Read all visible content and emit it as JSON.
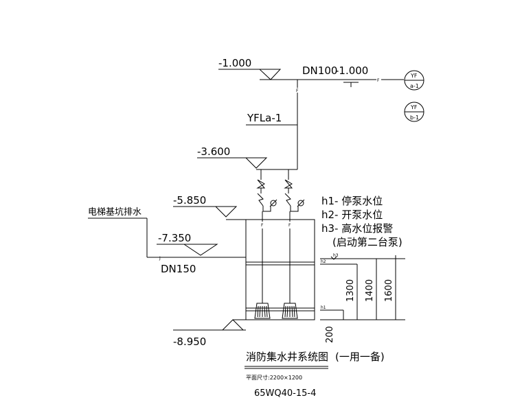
{
  "elevations": {
    "top": "-1.000",
    "mid": "-3.600",
    "pit_top": "-5.850",
    "inlet": "-7.350",
    "bottom": "-8.950"
  },
  "pipe": {
    "main": "DN100",
    "main_elev": "-1.000",
    "riser": "YFLa-1",
    "inlet_size": "DN150",
    "f_mark": "F"
  },
  "connectors": [
    {
      "top": "YF",
      "bottom": "a-1"
    },
    {
      "top": "YF",
      "bottom": "b-1"
    }
  ],
  "inlet_label": "电梯基坑排水",
  "levels_legend": [
    "h1- 停泵水位",
    "h2- 开泵水位",
    "h3- 高水位报警",
    "(启动第二台泵)"
  ],
  "level_marks": {
    "h1": "h1",
    "h2": "h2",
    "h3": "h3"
  },
  "dimensions": {
    "d1300": "1300",
    "d1400": "1400",
    "d1600": "1600",
    "d200": "200"
  },
  "title": "消防集水井系统图",
  "title_note": "(一用一备)",
  "plan_size": "平面尺寸:2200×1200",
  "pump_model": "65WQ40-15-4"
}
